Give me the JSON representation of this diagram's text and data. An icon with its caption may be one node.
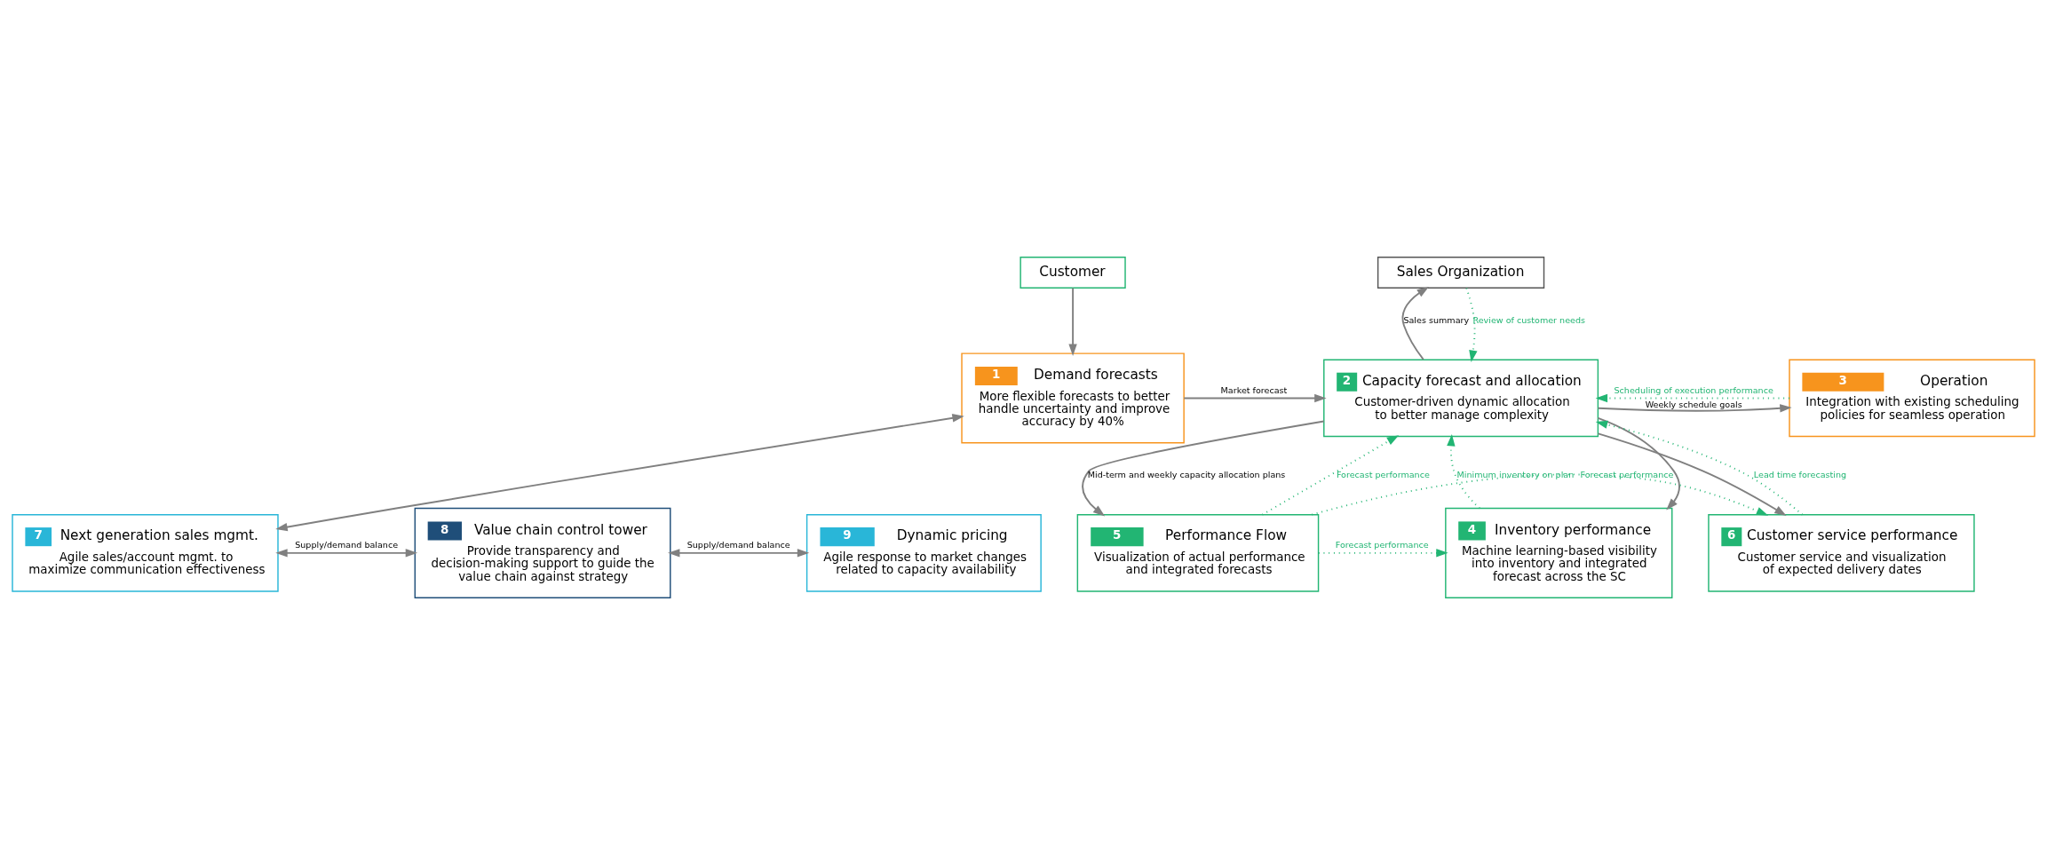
{
  "diagram": {
    "nodes": [
      {
        "text": [
          "Customer"
        ]
      },
      {
        "text": [
          "Sales Organization"
        ]
      },
      {
        "text": [
          "1",
          "Demand forecasts",
          "More flexible forecasts to better handle uncertainty and improve accuracy by 40%"
        ]
      },
      {
        "text": [
          "2",
          "Capacity forecast and allocation",
          "Customer-driven dynamic allocation to better manage complexity"
        ]
      },
      {
        "text": [
          "3",
          "Operation",
          "Integration with existing scheduling policies for seamless operation"
        ]
      },
      {
        "text": [
          "4",
          "Inventory performance",
          "Machine learning-based visibility into inventory and integrated forecast across the SC"
        ]
      },
      {
        "text": [
          "5",
          "Performance Flow",
          "Visualization of actual performance and integrated forecasts"
        ]
      },
      {
        "text": [
          "6",
          "Customer service performance",
          "Customer service and visualization of expected delivery dates"
        ]
      },
      {
        "text": [
          "7",
          "Next generation sales mgmt.",
          "Agile sales/account mgmt. to maximize communication effectiveness"
        ]
      },
      {
        "text": [
          "8",
          "Value chain control tower",
          "Provide transparency and decision-making support to guide the value chain against strategy"
        ]
      },
      {
        "text": [
          "9",
          "Dynamic pricing",
          "Agile response to market changes related to capacity availability"
        ]
      }
    ],
    "edges": [
      {
        "from": 0,
        "to": 2,
        "arrow": "to"
      },
      {
        "from": 3,
        "to": 1,
        "arrow": "to",
        "label": "Sales summary"
      },
      {
        "from": 1,
        "to": 3,
        "arrow": "to",
        "label": "Review of customer needs",
        "style": "dashed",
        "color": "#22b573"
      },
      {
        "from": 2,
        "to": 3,
        "arrow": "to",
        "label": "Market forecast"
      },
      {
        "from": 3,
        "to": 4,
        "arrow": "to",
        "label": "Weekly schedule goals"
      },
      {
        "from": 4,
        "to": 3,
        "arrow": "to",
        "label": "Scheduling of execution performance",
        "style": "dashed",
        "color": "#22b573"
      },
      {
        "from": 3,
        "to": 5,
        "arrow": "to"
      },
      {
        "from": 3,
        "to": 6,
        "arrow": "to",
        "label": "Mid-term and weekly capacity allocation plans"
      },
      {
        "from": 3,
        "to": 7,
        "arrow": "to"
      },
      {
        "from": 5,
        "to": 3,
        "arrow": "to",
        "label": "Minimum inventory on plan",
        "style": "dashed",
        "color": "#22b573"
      },
      {
        "from": 6,
        "to": 3,
        "arrow": "to",
        "label": "Forecast performance",
        "style": "dashed",
        "color": "#22b573"
      },
      {
        "from": 7,
        "to": 3,
        "arrow": "to",
        "label": "Lead time forecasting",
        "style": "dashed",
        "color": "#22b573"
      },
      {
        "from": 6,
        "to": 5,
        "arrow": "to",
        "label": "Forecast performance",
        "style": "dashed",
        "color": "#22b573"
      },
      {
        "from": 6,
        "to": 7,
        "arrow": "to",
        "label": "Forecast performance",
        "style": "dashed",
        "color": "#22b573"
      },
      {
        "from": 2,
        "to": 8,
        "arrow": "both"
      },
      {
        "from": 8,
        "to": 9,
        "arrow": "both",
        "label": "Supply/demand balance"
      },
      {
        "from": 9,
        "to": 10,
        "arrow": "both",
        "label": "Supply/demand balance"
      }
    ]
  }
}
